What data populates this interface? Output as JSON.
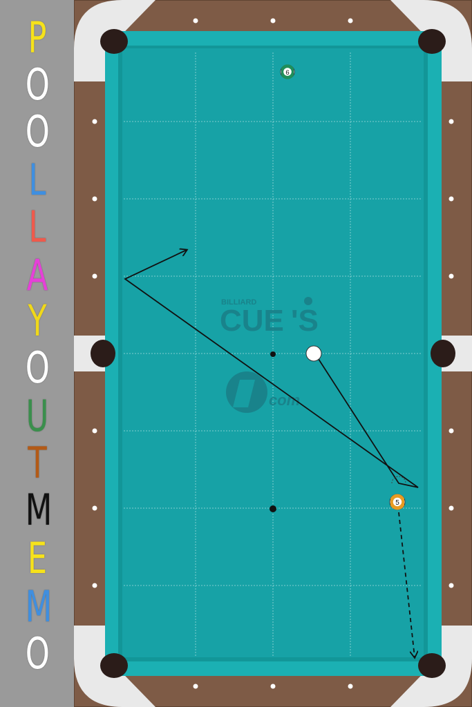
{
  "title_letters": [
    {
      "char": "P",
      "color": "#f6e21b"
    },
    {
      "char": "O",
      "color": "#ffffff"
    },
    {
      "char": "O",
      "color": "#ffffff"
    },
    {
      "char": "L",
      "color": "#3f8fe0"
    },
    {
      "char": "L",
      "color": "#ef5a4c"
    },
    {
      "char": "A",
      "color": "#e640d8"
    },
    {
      "char": "Y",
      "color": "#f0d81a"
    },
    {
      "char": "O",
      "color": "#ffffff"
    },
    {
      "char": "U",
      "color": "#3a8f4c"
    },
    {
      "char": "T",
      "color": "#b35a16"
    },
    {
      "char": "M",
      "color": "#111111"
    },
    {
      "char": "E",
      "color": "#f6e21b"
    },
    {
      "char": "M",
      "color": "#3f8fe0"
    },
    {
      "char": "O",
      "color": "#ffffff"
    }
  ],
  "colors": {
    "felt": "#17a2a6",
    "felt_cushion": "#1bb2b5",
    "rail_wood": "#7e5b46",
    "rail_white": "#e9e9e9",
    "pocket": "#2b1c19",
    "sidebar_bg": "#9a9a9a"
  },
  "watermark": {
    "line1": "BILLIARD",
    "line2": "CUE",
    "line3": "'S",
    "line4": "com"
  },
  "balls": [
    {
      "id": "ball-6",
      "number": "6",
      "color": "#1f8f5a",
      "type": "stripe"
    },
    {
      "id": "ball-5",
      "number": "5",
      "color": "#e79b22",
      "type": "stripe"
    },
    {
      "id": "cue-ball",
      "number": "",
      "color": "#ffffff",
      "type": "solid"
    }
  ],
  "spots": [
    "center-spot",
    "foot-spot"
  ]
}
